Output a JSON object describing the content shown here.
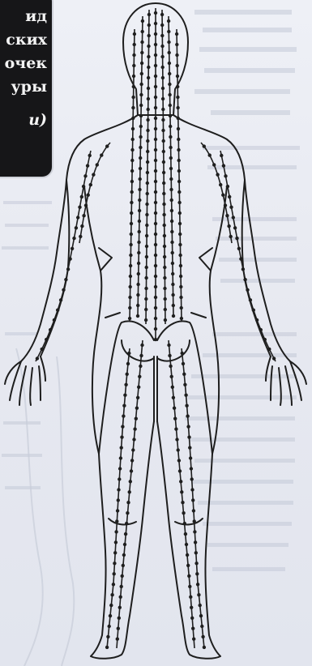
{
  "caption": {
    "lines": [
      "ид",
      "ских",
      "очек",
      "уры"
    ],
    "tail": "u)"
  },
  "colors": {
    "ink": "#1e1e1e",
    "caption_bg": "#161618",
    "bleed_text": "#b9bfd0"
  }
}
